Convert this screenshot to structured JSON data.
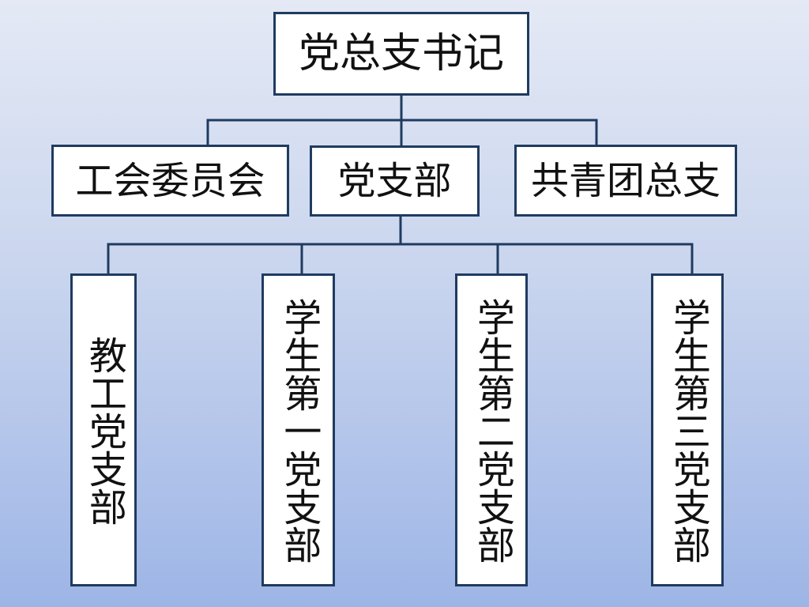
{
  "theme": {
    "box_border": "#1f3b60",
    "line_color": "#1f3b60",
    "box_fill": "#ffffff"
  },
  "org_chart": {
    "root": {
      "label": "党总支书记"
    },
    "level1": [
      {
        "label": "工会委员会"
      },
      {
        "label": "党支部"
      },
      {
        "label": "共青团总支"
      }
    ],
    "level2": [
      {
        "label": "教工党支部"
      },
      {
        "label": "学生第一党支部"
      },
      {
        "label": "学生第二党支部"
      },
      {
        "label": "学生第三党支部"
      }
    ]
  }
}
